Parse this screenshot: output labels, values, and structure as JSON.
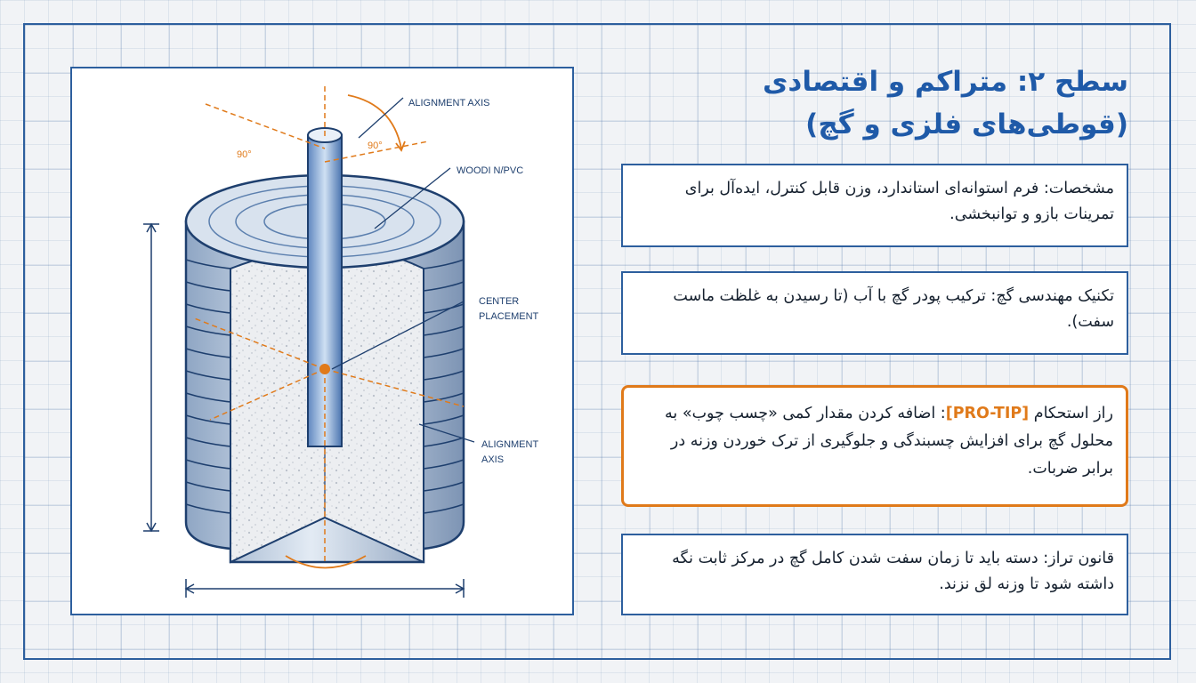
{
  "title": "سطح ۲: متراکم و اقتصادی (قوطی‌های فلزی و گچ)",
  "illustration": {
    "labels": {
      "alignment_axis_top": "ALIGNMENT AXIS",
      "angle_right": "90°",
      "angle_left": "90°",
      "wood_pvc": "WOODI N/PVC",
      "center_line1": "CENTER",
      "center_line2": "PLACEMENT",
      "alignment_axis_bottom_line1": "ALIGNMENT",
      "alignment_axis_bottom_line2": "AXIS"
    }
  },
  "sections": {
    "specs": "مشخصات: فرم استوانه‌ای استاندارد، وزن قابل کنترل، ایده‌آل برای تمرینات بازو و توانبخشی.",
    "plaster": "تکنیک مهندسی گچ: ترکیب پودر گچ با آب (تا رسیدن به غلظت ماست سفت).",
    "tip_prefix": "راز استحکام ",
    "tip_tag": "[PRO-TIP]",
    "tip_body": ": اضافه کردن مقدار کمی «چسب چوب» به محلول گچ برای افزایش چسبندگی و جلوگیری از ترک خوردن وزنه در برابر ضربات.",
    "level_rule": "قانون تراز: دسته باید تا زمان سفت شدن کامل گچ در مرکز ثابت نگه داشته شود تا وزنه لق نزند."
  },
  "colors": {
    "title_blue": "#1f5aa8",
    "frame_blue": "#2d5f9e",
    "accent_orange": "#e07a1a"
  }
}
